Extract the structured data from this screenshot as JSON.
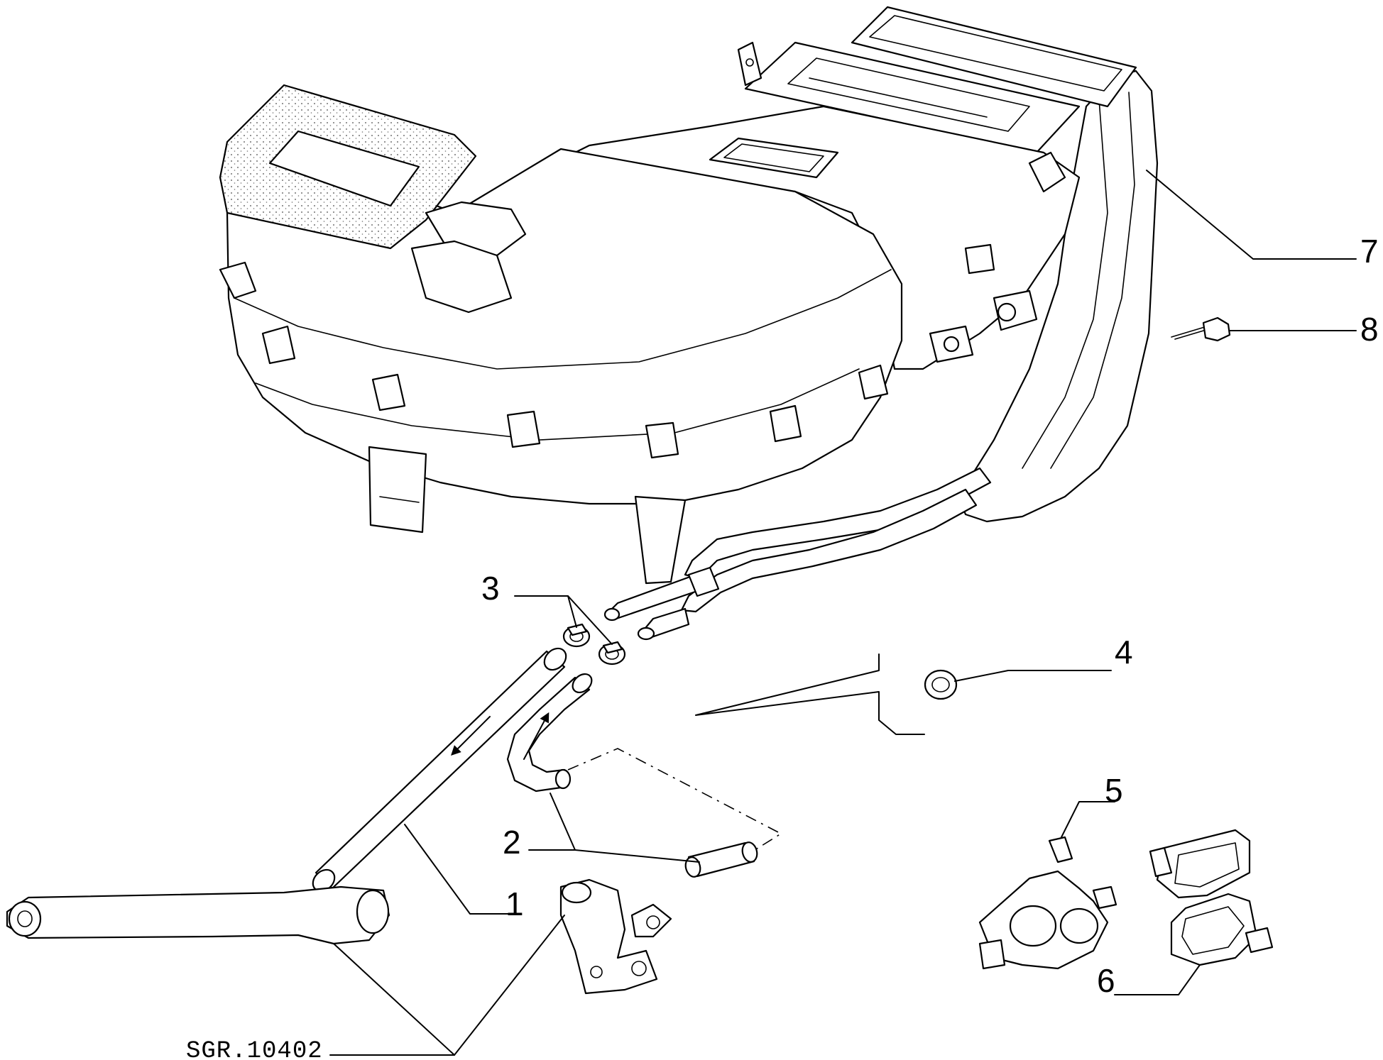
{
  "diagram": {
    "callouts": [
      {
        "id": "1",
        "label": "1"
      },
      {
        "id": "2",
        "label": "2"
      },
      {
        "id": "3",
        "label": "3"
      },
      {
        "id": "4",
        "label": "4"
      },
      {
        "id": "5",
        "label": "5"
      },
      {
        "id": "6",
        "label": "6"
      },
      {
        "id": "7",
        "label": "7"
      },
      {
        "id": "8",
        "label": "8"
      }
    ],
    "reference_code": "SGR.10402"
  },
  "colors": {
    "line": "#000000",
    "background": "#ffffff"
  }
}
